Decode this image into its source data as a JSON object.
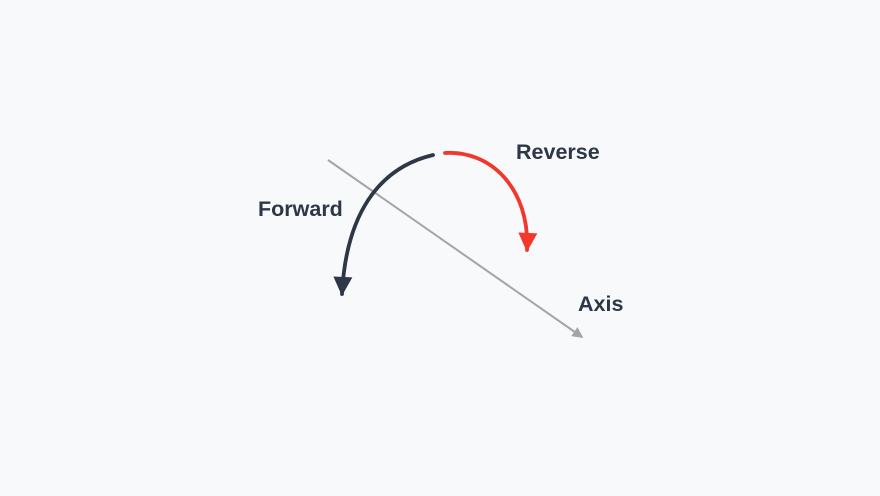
{
  "diagram": {
    "labels": {
      "forward": "Forward",
      "reverse": "Reverse",
      "axis": "Axis"
    },
    "colors": {
      "forward_arrow": "#2d3748",
      "reverse_arrow": "#f2382d",
      "axis_arrow": "#a3a5a9",
      "label_text": "#2d3748",
      "background": "#f8f9fa"
    }
  }
}
